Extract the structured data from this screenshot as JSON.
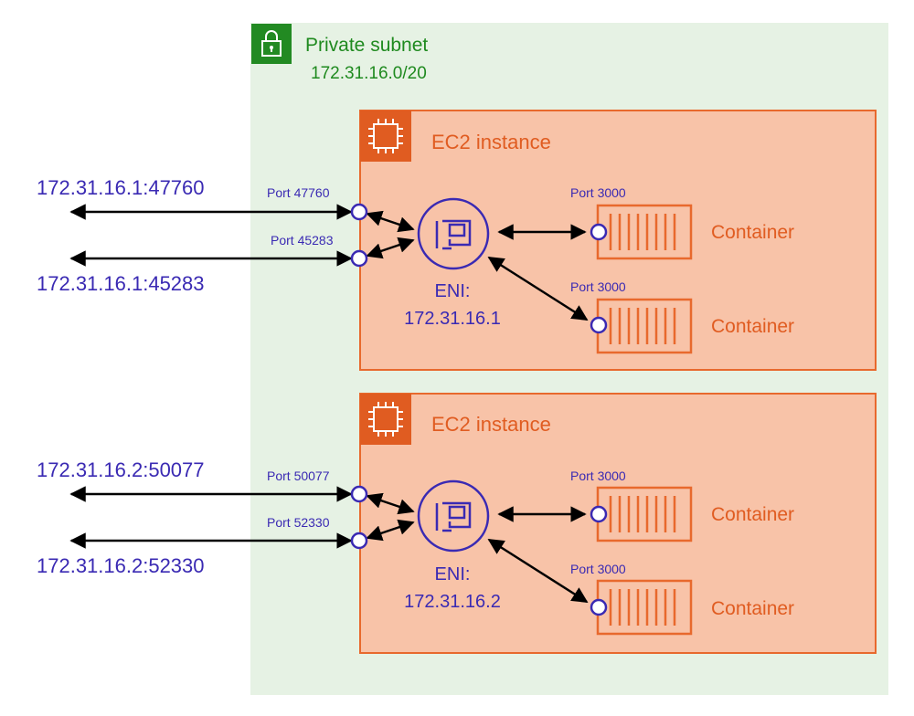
{
  "subnet": {
    "title": "Private subnet",
    "cidr": "172.31.16.0/20",
    "icon": "lock-icon"
  },
  "instances": [
    {
      "title": "EC2 instance",
      "icon": "chip-icon",
      "eni_label": "ENI:",
      "eni_ip": "172.31.16.1",
      "external": [
        {
          "address": "172.31.16.1:47760",
          "port": "Port 47760"
        },
        {
          "address": "172.31.16.1:45283",
          "port": "Port 45283"
        }
      ],
      "containers": [
        {
          "label": "Container",
          "port": "Port 3000"
        },
        {
          "label": "Container",
          "port": "Port 3000"
        }
      ]
    },
    {
      "title": "EC2 instance",
      "icon": "chip-icon",
      "eni_label": "ENI:",
      "eni_ip": "172.31.16.2",
      "external": [
        {
          "address": "172.31.16.2:50077",
          "port": "Port 50077"
        },
        {
          "address": "172.31.16.2:52330",
          "port": "Port 52330"
        }
      ],
      "containers": [
        {
          "label": "Container",
          "port": "Port 3000"
        },
        {
          "label": "Container",
          "port": "Port 3000"
        }
      ]
    }
  ],
  "colors": {
    "subnet_bg": "#e6f2e4",
    "subnet_green": "#228a22",
    "ec2_fill": "#f8c3a8",
    "ec2_orange": "#e05c21",
    "network_purple": "#3a2ab3"
  }
}
